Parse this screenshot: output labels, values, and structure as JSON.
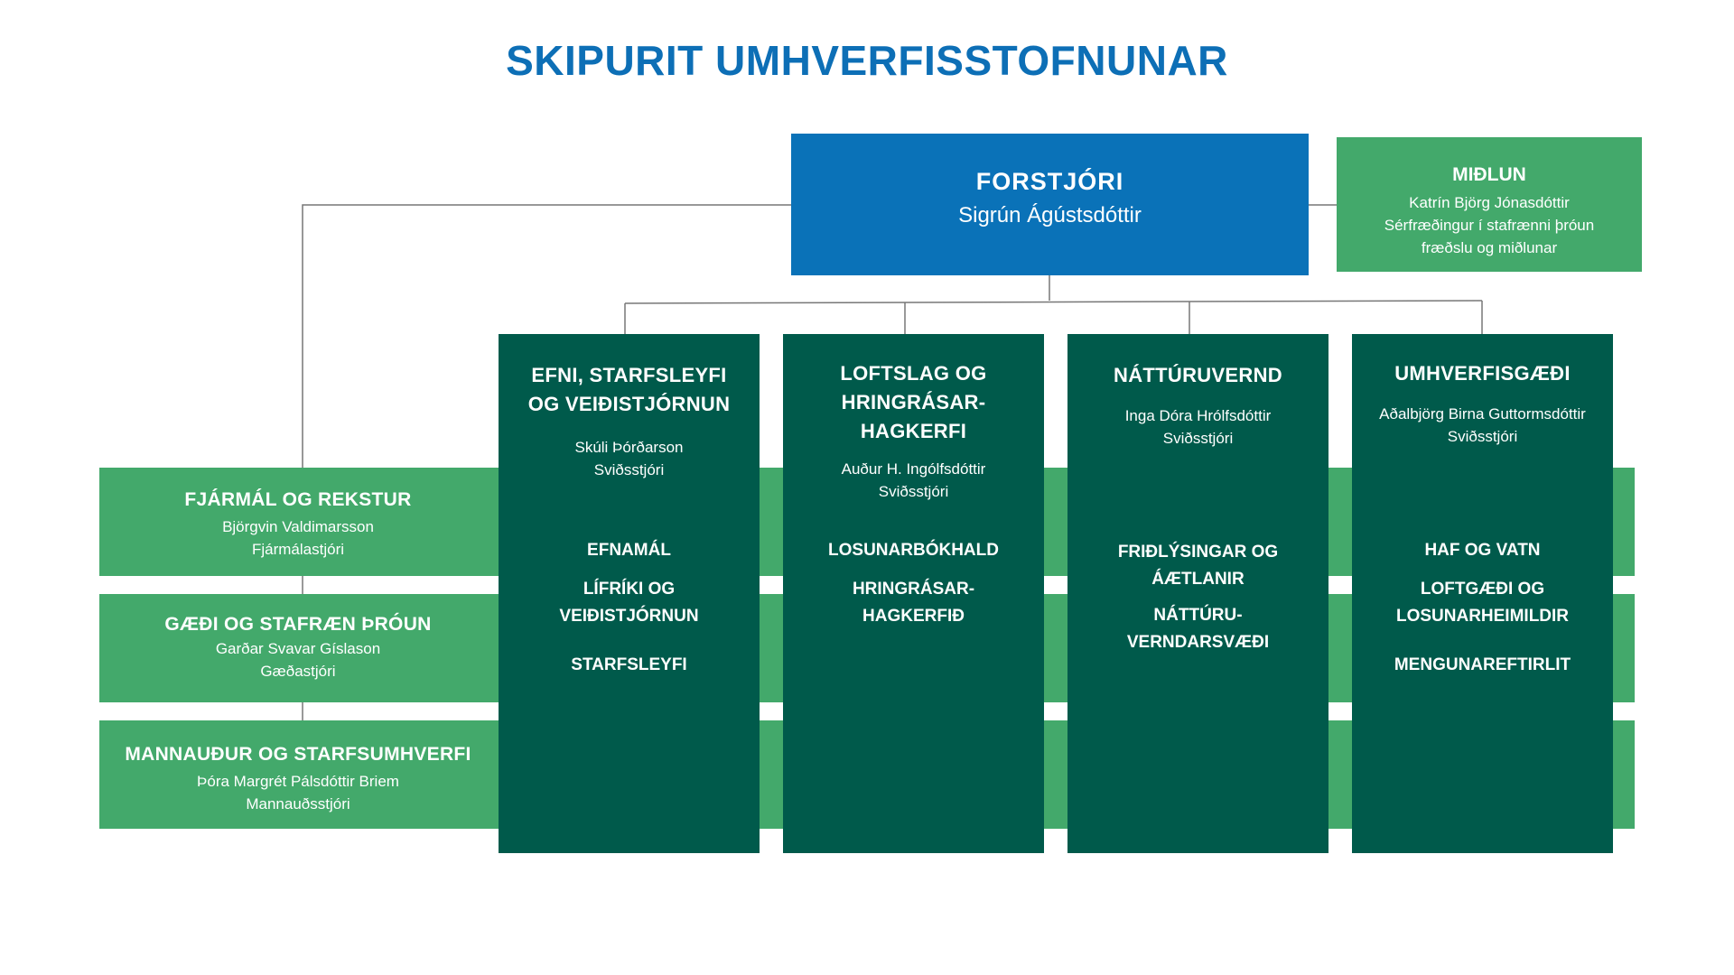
{
  "title": "SKIPURIT UMHVERFISSTOFNUNAR",
  "colors": {
    "title_blue": "#0d6fb6",
    "head_blue": "#0a72b8",
    "light_green": "#43a96b",
    "dark_green": "#005a4b",
    "line_gray": "#777777"
  },
  "director": {
    "title": "FORSTJÓRI",
    "name": "Sigrún Ágústsdóttir"
  },
  "communication": {
    "title": "MIÐLUN",
    "name": "Katrín Björg Jónasdóttir",
    "role_line1": "Sérfræðingur í stafrænni þróun",
    "role_line2": "fræðslu og miðlunar"
  },
  "support_units": [
    {
      "title": "FJÁRMÁL OG REKSTUR",
      "name": "Björgvin Valdimarsson",
      "role": "Fjármálastjóri"
    },
    {
      "title": "GÆÐI OG STAFRÆN ÞRÓUN",
      "name": "Garðar Svavar Gíslason",
      "role": "Gæðastjóri"
    },
    {
      "title": "MANNAUÐUR OG STARFSUMHVERFI",
      "name": "Þóra Margrét Pálsdóttir Briem",
      "role": "Mannauðsstjóri"
    }
  ],
  "divisions": [
    {
      "title_lines": [
        "EFNI, STARFSLEYFI",
        "OG VEIÐISTJÓRNUN"
      ],
      "name": "Skúli Þórðarson",
      "role": "Sviðsstjóri",
      "units": [
        [
          "EFNAMÁL"
        ],
        [
          "LÍFRÍKI OG",
          "VEIÐISTJÓRNUN"
        ],
        [
          "STARFSLEYFI"
        ]
      ]
    },
    {
      "title_lines": [
        "LOFTSLAG OG",
        "HRINGRÁSAR-",
        "HAGKERFI"
      ],
      "name": "Auður H. Ingólfsdóttir",
      "role": "Sviðsstjóri",
      "units": [
        [
          "LOSUNARBÓKHALD"
        ],
        [
          "HRINGRÁSAR-",
          "HAGKERFIÐ"
        ]
      ]
    },
    {
      "title_lines": [
        "NÁTTÚRUVERND"
      ],
      "name": "Inga Dóra Hrólfsdóttir",
      "role": "Sviðsstjóri",
      "units": [
        [
          "FRIÐLÝSINGAR OG",
          "ÁÆTLANIR"
        ],
        [
          "NÁTTÚRU-",
          "VERNDARSVÆÐI"
        ]
      ]
    },
    {
      "title_lines": [
        "UMHVERFISGÆÐI"
      ],
      "name": "Aðalbjörg Birna Guttormsdóttir",
      "role": "Sviðsstjóri",
      "units": [
        [
          "HAF OG VATN"
        ],
        [
          "LOFTGÆÐI OG",
          "LOSUNARHEIMILDIR"
        ],
        [
          "MENGUNAREFTIRLIT"
        ]
      ]
    }
  ]
}
